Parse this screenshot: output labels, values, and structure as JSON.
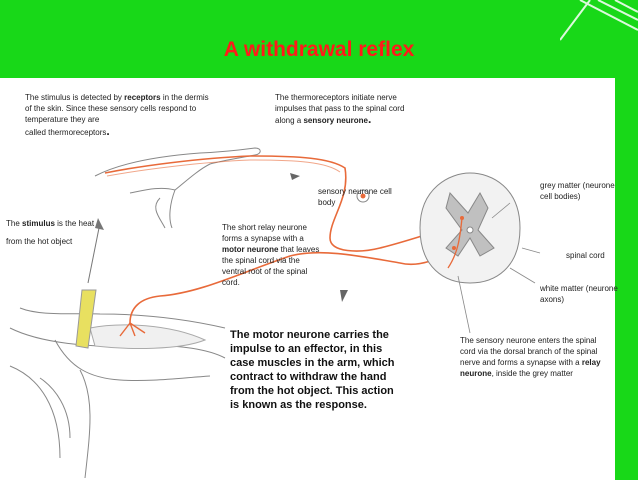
{
  "title": "A withdrawal reflex",
  "labels": {
    "stimulus_top_1": "The stimulus is detected by ",
    "stimulus_top_bold": "receptors",
    "stimulus_top_2": " in the dermis of the skin. Since these sensory cells respond to temperature they are",
    "stimulus_top_3": "called thermoreceptors",
    "thermo_1": "The thermoreceptors initiate nerve impulses that pass to the spinal cord along a ",
    "thermo_bold": "sensory neurone",
    "stimulus_left_1": "The ",
    "stimulus_left_bold": "stimulus",
    "stimulus_left_2": " is the heat",
    "stimulus_left_3": "from the hot object",
    "sensory_cell_body": "sensory neurone cell body",
    "relay_1": "The short relay neurone forms a synapse with a ",
    "relay_bold": "motor neurone",
    "relay_2": " that leaves the spinal cord via the ventral root of the spinal cord.",
    "grey_matter": "grey matter (neurone cell bodies)",
    "spinal_cord": "spinal cord",
    "white_matter": "white matter (neurone axons)",
    "motor_text": "The motor neurone carries the impulse to an effector, in this case muscles in the arm, which contract to withdraw the hand from the hot object. This action is known as the response.",
    "enters_1": "The sensory neurone enters the spinal cord via the dorsal branch of the spinal nerve and forms a synapse with a ",
    "enters_bold": "relay neurone",
    "enters_2": ", inside the grey matter"
  },
  "colors": {
    "background": "#18d818",
    "title": "#ff1a1a",
    "nerve": "#e86a3a"
  }
}
